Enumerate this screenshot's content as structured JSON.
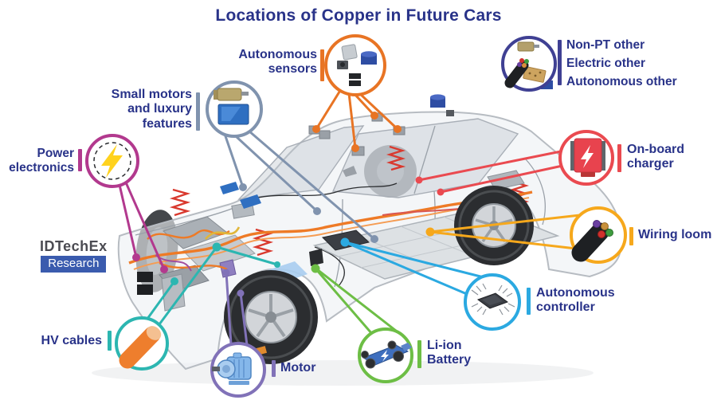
{
  "title": "Locations of Copper in Future Cars",
  "logo": {
    "name": "IDTechEx",
    "division": "Research"
  },
  "palette": {
    "title_navy": "#293389",
    "label_navy": "#293389",
    "logo_blue": "#3A5BAE",
    "car_outline": "#b7bcc2",
    "harness_orange": "#EE7A26"
  },
  "callouts": {
    "autonomous_sensors": {
      "label": "Autonomous\nsensors",
      "color": "#E87424",
      "icon": "sensor-cluster-icon"
    },
    "non_pt_other": {
      "lines": [
        "Non-PT other",
        "Electric other",
        "Autonomous other"
      ],
      "color": "#3F4093",
      "icon": "mixed-components-icon"
    },
    "small_motors": {
      "label": "Small motors\nand luxury\nfeatures",
      "color": "#8093AE",
      "icon": "small-motor-screen-icon"
    },
    "power_electronics": {
      "label": "Power\nelectronics",
      "color": "#B2398E",
      "icon": "lightning-icon"
    },
    "hv_cables": {
      "label": "HV cables",
      "color": "#2CB6B1",
      "icon": "hv-cable-icon"
    },
    "motor": {
      "label": "Motor",
      "color": "#8172B8",
      "icon": "electric-motor-icon"
    },
    "li_ion_battery": {
      "label": "Li-ion\nBattery",
      "color": "#6DBE45",
      "icon": "battery-chassis-icon"
    },
    "autonomous_controller": {
      "label": "Autonomous\ncontroller",
      "color": "#2BA9E1",
      "icon": "microchip-icon"
    },
    "wiring_loom": {
      "label": "Wiring loom",
      "color": "#F6A81C",
      "icon": "wiring-loom-icon"
    },
    "on_board_charger": {
      "label": "On-board\ncharger",
      "color": "#EA4A50",
      "icon": "charger-icon"
    }
  }
}
